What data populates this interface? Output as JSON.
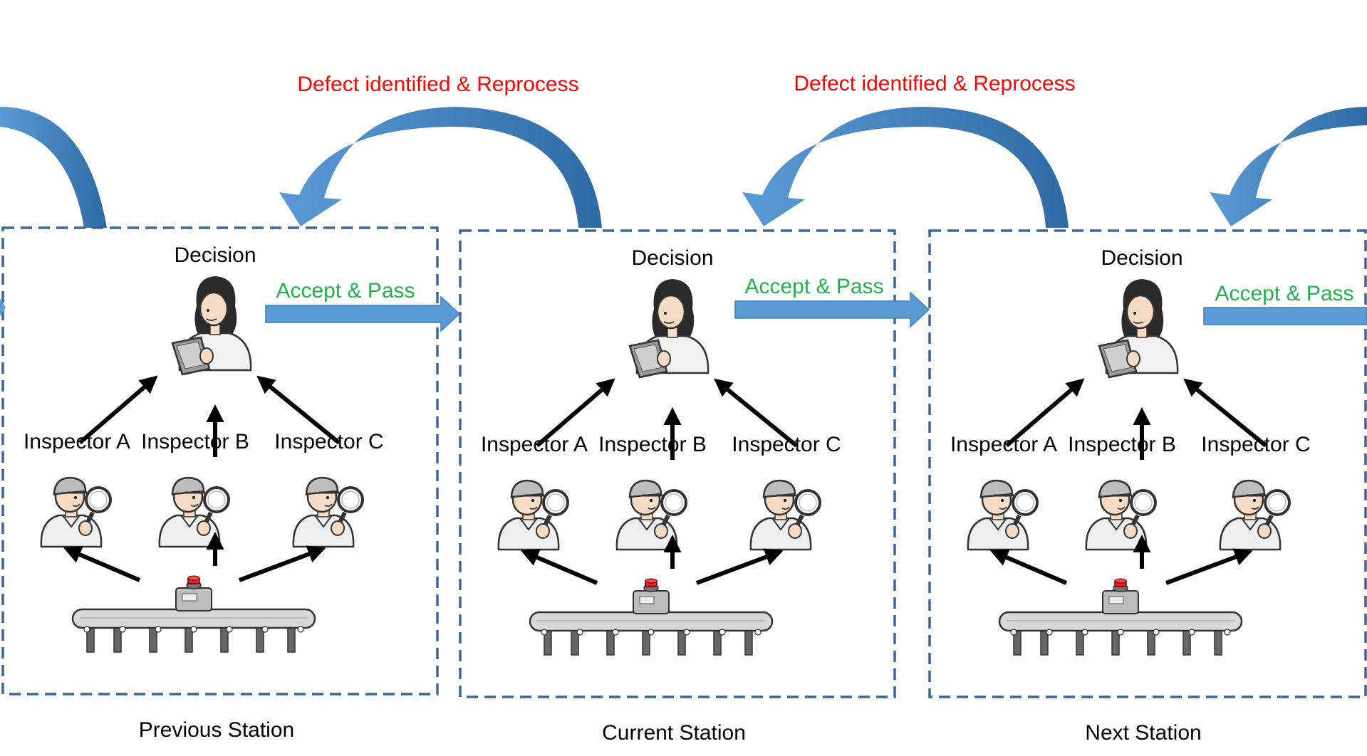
{
  "diagram": {
    "colors": {
      "box_border": "#3a6795",
      "curved_arrow": "#4a86c8",
      "curved_arrow_dark": "#2f5f96",
      "pass_arrow": "#5b9bd5",
      "accept_text": "#22b14c",
      "defect_text": "#ff0000",
      "black_arrow": "#000000",
      "skin": "#f6dcc4",
      "uniform": "#eeeeee",
      "hair": "#2a2a2a",
      "button_red": "#e0202a"
    },
    "defect_labels": [
      "Defect identified & Reprocess",
      "Defect identified & Reprocess"
    ],
    "stations": [
      {
        "name": "Previous Station",
        "decision_label": "Decision",
        "accept_label": "Accept & Pass",
        "inspectors": [
          "Inspector A",
          "Inspector B",
          "Inspector C"
        ]
      },
      {
        "name": "Current Station",
        "decision_label": "Decision",
        "accept_label": "Accept & Pass",
        "inspectors": [
          "Inspector A",
          "Inspector B",
          "Inspector C"
        ]
      },
      {
        "name": "Next Station",
        "decision_label": "Decision",
        "accept_label": "Accept & Pass",
        "inspectors": [
          "Inspector A",
          "Inspector B",
          "Inspector C"
        ]
      }
    ],
    "icons": {
      "decision_maker": "woman-with-clipboard-icon",
      "inspector": "inspector-with-magnifier-icon",
      "conveyor": "conveyor-belt-with-button-icon"
    }
  }
}
